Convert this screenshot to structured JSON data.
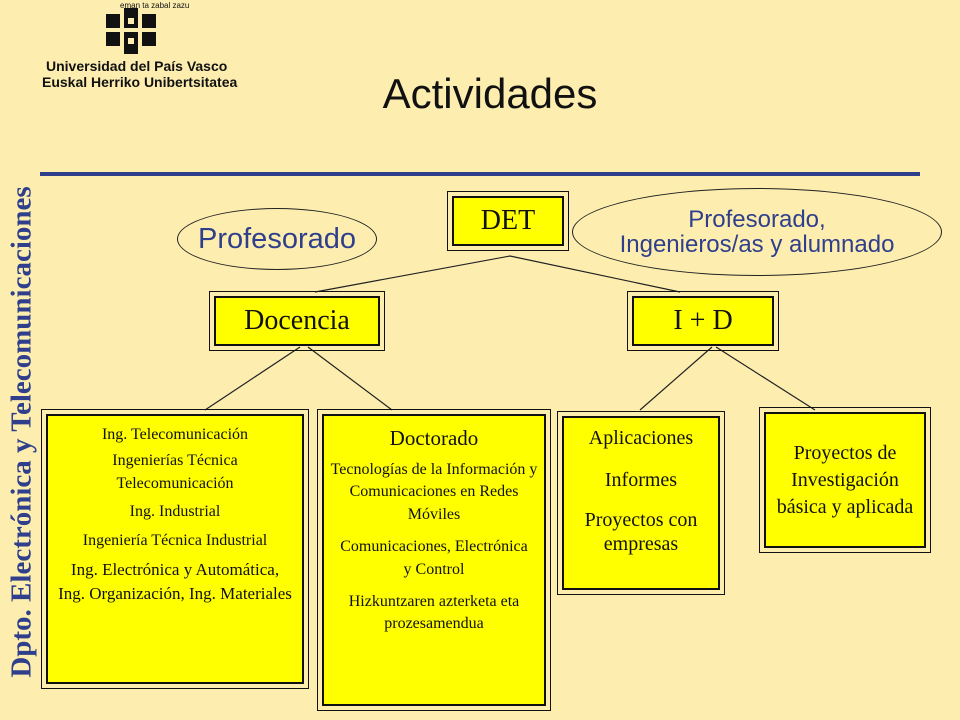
{
  "header": {
    "motto": "eman ta zabal zazu",
    "university_es": "Universidad del País Vasco",
    "university_eu": "Euskal Herriko Unibertsitatea",
    "title": "Actividades",
    "department": "Dpto. Electrónica y Telecomunicaciones"
  },
  "diagram": {
    "root": "DET",
    "labels": {
      "left": "Profesorado",
      "right_line1": "Profesorado,",
      "right_line2": "Ingenieros/as y alumnado"
    },
    "branches": {
      "teaching": "Docencia",
      "research": "I + D"
    },
    "teaching_degrees": [
      "Ing. Telecomunicación",
      "Ingenierías Técnica Telecomunicación",
      "Ing. Industrial",
      "Ingeniería Técnica Industrial",
      "Ing. Electrónica y Automática, Ing. Organización, Ing. Materiales"
    ],
    "doctorate": {
      "title": "Doctorado",
      "programs": [
        "Tecnologías de la Información y Comunicaciones en Redes Móviles",
        "Comunicaciones, Electrónica y Control",
        "Hizkuntzaren azterketa eta prozesamendua"
      ]
    },
    "applications": [
      "Aplicaciones",
      "Informes",
      "Proyectos con empresas"
    ],
    "research_projects": "Proyectos de Investigación básica y aplicada"
  },
  "colors": {
    "background": "#fdeeb0",
    "box_fill": "#ffff00",
    "accent": "#2f3f8c"
  }
}
